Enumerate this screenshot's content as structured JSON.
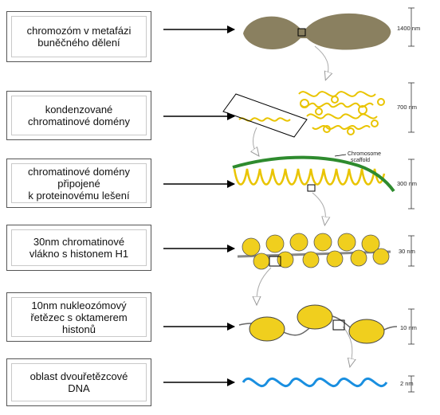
{
  "levels": [
    {
      "label": "chromozóm v metafázi\nbuněčného dělení",
      "scale": "1400 nm"
    },
    {
      "label": "kondenzované\nchromatinové domény",
      "scale": "700 nm"
    },
    {
      "label": "chromatinové domény\npřipojené\nk proteinovému lešení",
      "scale": "300 nm"
    },
    {
      "label": "30nm chromatinové\nvlákno s histonem H1",
      "scale": "30 nm"
    },
    {
      "label": "10nm nukleozómový\nřetězec s oktamerem\nhistonů",
      "scale": "10 nm"
    },
    {
      "label": "oblast dvouřetězcové\nDNA",
      "scale": "2 nm"
    }
  ],
  "scaffold_label": "Chromosome\nscaffold",
  "colors": {
    "chromatin": "#e9c400",
    "scaffold": "#2e8b2e",
    "dna": "#1a8fe0",
    "chromosome": "#8a8060"
  }
}
